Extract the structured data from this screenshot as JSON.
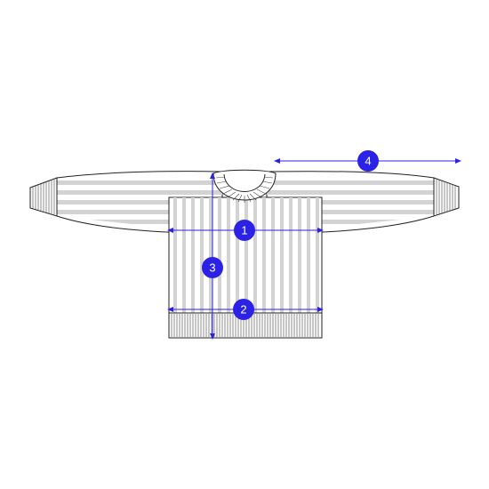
{
  "colors": {
    "outline": "#222222",
    "stripe": "#d3d3d3",
    "background": "#ffffff",
    "measure": "#2b22e6"
  },
  "markers": [
    {
      "id": "chest-width",
      "label": "1"
    },
    {
      "id": "hem-width",
      "label": "2"
    },
    {
      "id": "body-length",
      "label": "3"
    },
    {
      "id": "sleeve-length",
      "label": "4"
    }
  ]
}
